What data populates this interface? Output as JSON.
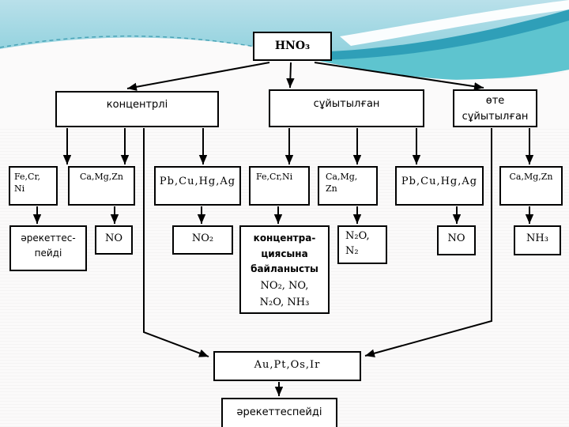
{
  "colors": {
    "box_border": "#000000",
    "background": "#fbfafa",
    "header_light_blue": "#b9e0ea",
    "header_teal": "#5ec4cf",
    "header_dark_teal": "#2f9fb8"
  },
  "diagram": {
    "root": {
      "label": "HNO₃"
    },
    "acid_types": [
      {
        "label": "концентрлі"
      },
      {
        "label": "сұйытылған"
      },
      {
        "label_line1": "өте",
        "label_line2": "сұйытылған"
      }
    ],
    "metal_groups": [
      {
        "line1": "Fe,Cr,",
        "line2": "Ni"
      },
      {
        "line1": "Ca,Mg,Zn"
      },
      {
        "line1": "Pb,Cu,Hg,Ag"
      },
      {
        "line1": "Fe,Cr,Ni"
      },
      {
        "line1": "Ca,Mg,",
        "line2": "Zn"
      },
      {
        "line1": "Pb,Cu,Hg,Ag"
      },
      {
        "line1": "Ca,Mg,Zn"
      }
    ],
    "products": [
      {
        "line1": "әрекеттес-",
        "line2": "пейді"
      },
      {
        "line1": "NO"
      },
      {
        "line1": "NO₂"
      },
      {
        "line1": "концентра-",
        "line2": "циясына",
        "line3": "байланысты",
        "line4": "NO₂, NO,",
        "line5": "N₂O, NH₃"
      },
      {
        "line1": "N₂O,",
        "line2": "N₂"
      },
      {
        "line1": "NO"
      },
      {
        "line1": "NH₃"
      }
    ],
    "noble_metals": {
      "label": "Au,Pt,Os,Ir"
    },
    "noble_result": {
      "label": "әрекеттеспейді"
    }
  }
}
